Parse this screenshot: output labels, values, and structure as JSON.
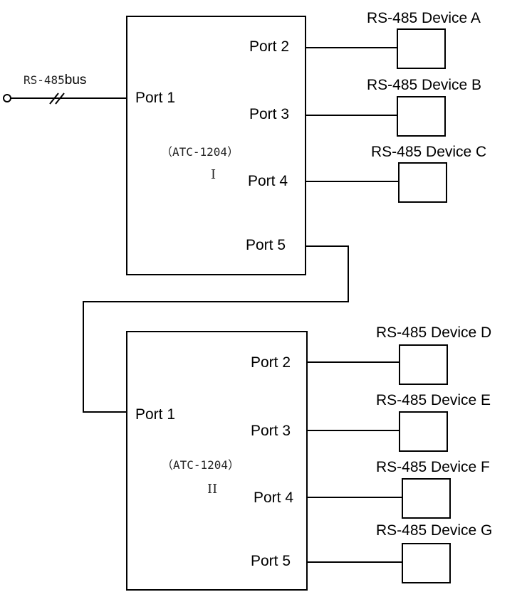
{
  "bus": {
    "label_prefix": "RS-485",
    "label_suffix": "bus"
  },
  "hub1": {
    "model": "（ATC-1204）",
    "numeral": "I",
    "ports": {
      "p1": "Port 1",
      "p2": "Port 2",
      "p3": "Port 3",
      "p4": "Port 4",
      "p5": "Port 5"
    }
  },
  "hub2": {
    "model": "（ATC-1204）",
    "numeral": "II",
    "ports": {
      "p1": "Port 1",
      "p2": "Port 2",
      "p3": "Port 3",
      "p4": "Port 4",
      "p5": "Port 5"
    }
  },
  "devices": {
    "a": "RS-485 Device A",
    "b": "RS-485 Device B",
    "c": "RS-485 Device C",
    "d": "RS-485 Device D",
    "e": "RS-485 Device E",
    "f": "RS-485 Device F",
    "g": "RS-485 Device G"
  }
}
